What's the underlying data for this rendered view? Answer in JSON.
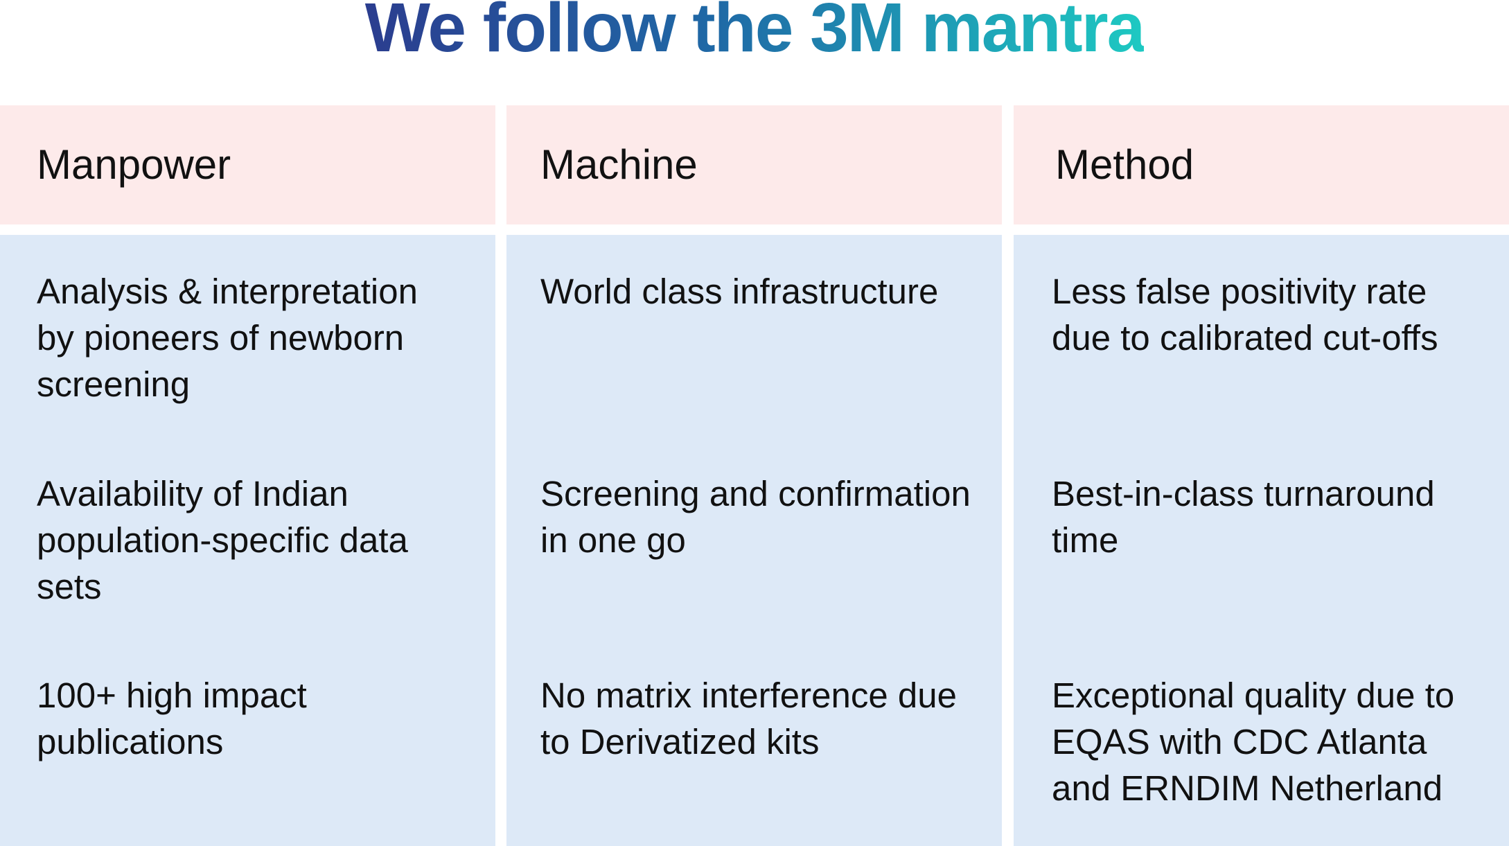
{
  "title": "We follow the 3M mantra",
  "columns": [
    {
      "heading": "Manpower",
      "items": [
        "Analysis & interpretation\nby pioneers of newborn\nscreening",
        "Availability of Indian\npopulation-specific data\nsets",
        "100+ high impact\npublications"
      ]
    },
    {
      "heading": "Machine",
      "items": [
        "World class infrastructure",
        "Screening and confirmation\nin one go",
        "No matrix interference due\nto Derivatized kits"
      ]
    },
    {
      "heading": "Method",
      "items": [
        "Less false positivity rate\ndue to calibrated cut-offs",
        "Best-in-class turnaround\ntime",
        "Exceptional quality due to\nEQAS with CDC Atlanta\nand ERNDIM Netherland"
      ]
    }
  ],
  "colors": {
    "header_background": "#fdeaea",
    "body_background": "#dde9f7",
    "title_gradient": [
      "#2b3d8f",
      "#1f69a6",
      "#1ec9c2"
    ],
    "text": "#111111"
  }
}
